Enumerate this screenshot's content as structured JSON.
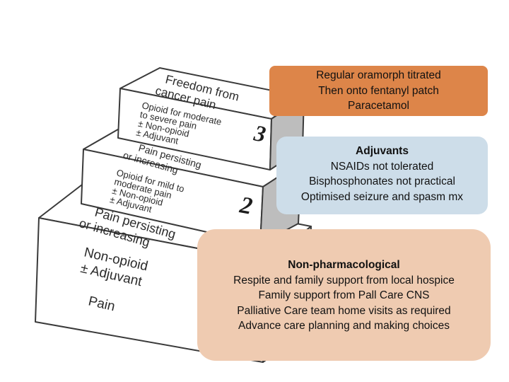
{
  "ladder": {
    "step3": {
      "top_lines": [
        "Freedom from",
        "cancer pain"
      ],
      "front_lines": [
        "Opioid for moderate",
        "to severe pain",
        "± Non-opioid",
        "± Adjuvant"
      ],
      "number": "3"
    },
    "step2": {
      "top_lines": [
        "Pain persisting",
        "or increasing"
      ],
      "front_lines": [
        "Opioid for mild to",
        "moderate pain",
        "± Non-opioid",
        "± Adjuvant"
      ],
      "number": "2"
    },
    "step1": {
      "top_lines": [
        "Pain persisting",
        "or increasing"
      ],
      "front_lines": [
        "Non-opioid",
        "± Adjuvant"
      ],
      "bottom_line": "Pain"
    }
  },
  "boxes": {
    "orange": {
      "lines": [
        "Regular oramorph titrated",
        "Then onto fentanyl patch",
        "Paracetamol"
      ],
      "color": "#dd8549"
    },
    "blue": {
      "heading": "Adjuvants",
      "lines": [
        "NSAIDs not tolerated",
        "Bisphosphonates not practical",
        "Optimised seizure and spasm mx"
      ],
      "color": "#cddde9"
    },
    "peach": {
      "heading": "Non-pharmacological",
      "lines": [
        "Respite and family support from local hospice",
        "Family support from Pall Care CNS",
        "Palliative Care team home visits as required",
        "Advance care planning and making choices"
      ],
      "color": "#efcbb1"
    }
  }
}
